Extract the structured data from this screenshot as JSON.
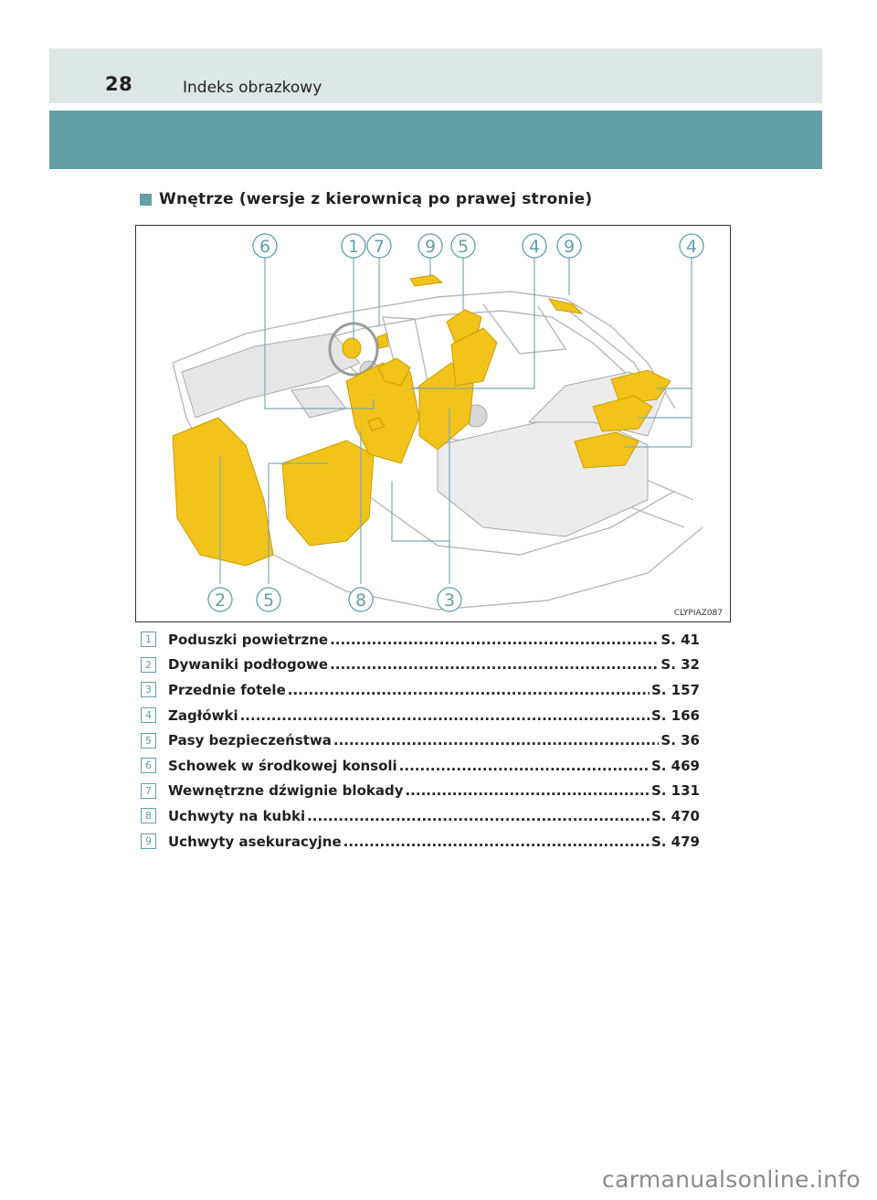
{
  "header": {
    "page_number": "28",
    "chapter_title": "Indeks obrazkowy"
  },
  "section": {
    "title": "Wnętrze (wersje z kierownicą po prawej stronie)"
  },
  "figure": {
    "code": "CLYPIAZ087",
    "callouts_top": [
      "6",
      "1",
      "7",
      "9",
      "5",
      "4",
      "9",
      "4"
    ],
    "callouts_bottom": [
      "2",
      "5",
      "8",
      "3"
    ]
  },
  "legend": [
    {
      "num": "1",
      "label": "Poduszki powietrzne",
      "page": "S. 41"
    },
    {
      "num": "2",
      "label": "Dywaniki podłogowe",
      "page": "S. 32"
    },
    {
      "num": "3",
      "label": "Przednie fotele",
      "page": "S. 157"
    },
    {
      "num": "4",
      "label": "Zagłówki",
      "page": "S. 166"
    },
    {
      "num": "5",
      "label": "Pasy bezpieczeństwa",
      "page": "S. 36"
    },
    {
      "num": "6",
      "label": "Schowek w środkowej konsoli",
      "page": "S. 469"
    },
    {
      "num": "7",
      "label": "Wewnętrzne dźwignie blokady",
      "page": "S. 131"
    },
    {
      "num": "8",
      "label": "Uchwyty na kubki",
      "page": "S. 470"
    },
    {
      "num": "9",
      "label": "Uchwyty asekuracyjne",
      "page": "S. 479"
    }
  ],
  "footer": {
    "site": "carmanualsonline.info"
  },
  "colors": {
    "accent": "#629fa6",
    "header_band": "#dde7e5",
    "highlight": "#f2c31b"
  }
}
